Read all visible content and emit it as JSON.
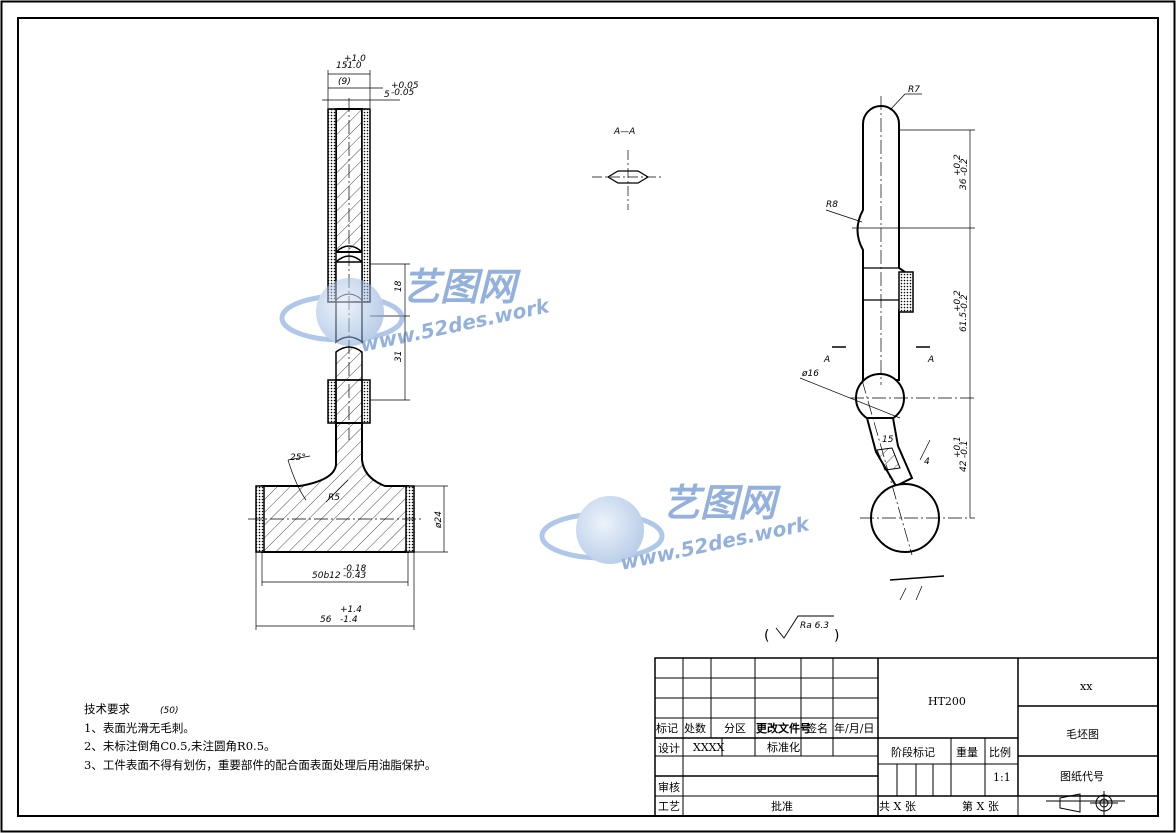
{
  "part_views": {
    "front": {
      "dim_top_tol": "+1.0",
      "dim_top_tol_low": "-1.0",
      "dim_top_base": "15",
      "dim_top_ref": "(9)",
      "dim_top_right": "5",
      "dim_top_right_tol": "+0.05",
      "dim_top_right_tol_low": "-0.05",
      "dim_18": "18",
      "dim_31": "31",
      "angle": "25°",
      "radius": "R5",
      "diameter": "ø24",
      "dim_50": "50b12",
      "dim_50_tol": "-0.18",
      "dim_50_tol_low": "-0.43",
      "dim_56": "56",
      "dim_56_tol": "+1.4",
      "dim_56_tol_low": "-1.4"
    },
    "section": {
      "label": "A—A"
    },
    "side": {
      "r7": "R7",
      "r8": "R8",
      "dim_36": "36",
      "dim_36_tol": "+0.2",
      "dim_36_tol_low": "-0.2",
      "dim_615": "61.5",
      "dim_615_tol": "+0.2",
      "dim_615_tol_low": "-0.2",
      "section_mark_a": "A",
      "section_mark_a2": "A",
      "phi16": "ø16",
      "dim_15": "15",
      "dim_4": "4",
      "dim_42": "42",
      "dim_42_tol": "+0.1",
      "dim_42_tol_low": "-0.1"
    },
    "surface_finish": {
      "open": "(",
      "value": "Ra 6.3",
      "close": ")"
    }
  },
  "tech_requirements": {
    "title": "技术要求",
    "subtitle": "(50)",
    "items": [
      "1、表面光滑无毛刺。",
      "2、未标注倒角C0.5,未注圆角R0.5。",
      "3、工件表面不得有划伤，重要部件的配合面表面处理后用油脂保护。"
    ]
  },
  "title_block": {
    "material": "HT200",
    "company": "xx",
    "drawing_name": "毛坯图",
    "drawing_code_label": "图纸代号",
    "stage_label": "阶段标记",
    "weight_label": "重量",
    "scale_label": "比例",
    "scale_value": "1:1",
    "total_sheets": "共  X  张",
    "sheet_no": "第  X  张",
    "rev_mark": "标记",
    "rev_count": "处数",
    "rev_zone": "分区",
    "rev_doc": "更改文件号",
    "rev_sign": "签名",
    "rev_date": "年/月/日",
    "design_label": "设计",
    "design_value": "XXXX",
    "standardize_label": "标准化",
    "review_label": "审核",
    "process_label": "工艺",
    "approve_label": "批准"
  },
  "watermark": {
    "brand": "艺图网",
    "url": "www.52des.work"
  }
}
